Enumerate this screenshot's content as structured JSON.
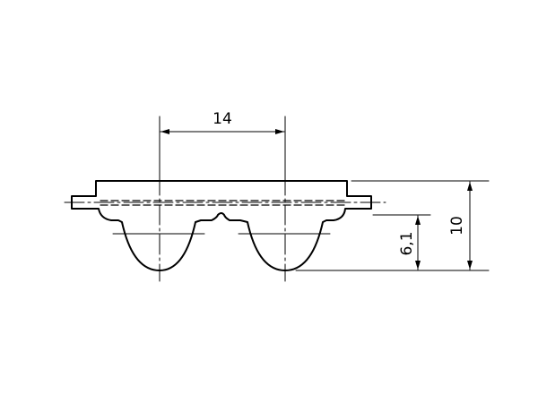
{
  "dimensions": {
    "pitch": "14",
    "tooth_height": "6,1",
    "total_height": "10"
  }
}
